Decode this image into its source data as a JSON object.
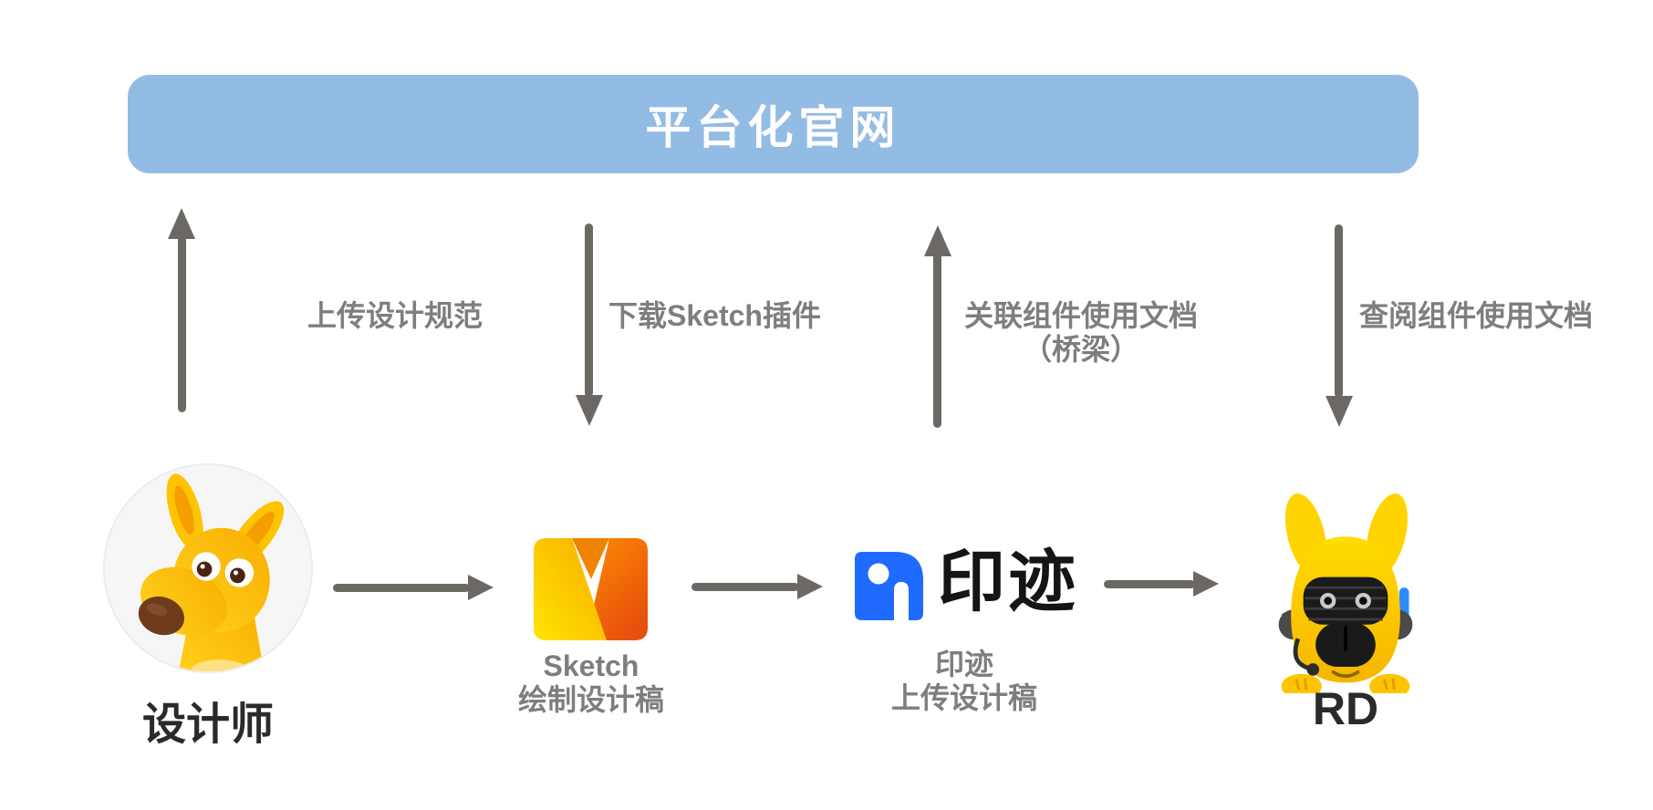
{
  "banner": {
    "title": "平台化官网"
  },
  "flows": [
    {
      "label": "上传设计规范",
      "direction": "up"
    },
    {
      "label": "下载Sketch插件",
      "direction": "down"
    },
    {
      "label": "关联组件使用文档",
      "label_line2": "（桥梁）",
      "direction": "up"
    },
    {
      "label": "查阅组件使用文档",
      "direction": "down"
    }
  ],
  "actors": [
    {
      "name": "设计师",
      "icon": "designer-kangaroo-avatar"
    },
    {
      "caption_line1": "Sketch",
      "caption_line2": "绘制设计稿",
      "icon": "sketch-plugin-m-logo"
    },
    {
      "logo_text": "印迹",
      "caption_line1": "印迹",
      "caption_line2": "上传设计稿",
      "icon": "yinji-logo"
    },
    {
      "name": "RD",
      "icon": "robot-kangaroo-mascot"
    }
  ],
  "colors": {
    "banner_bg": "#92BCE4",
    "banner_text": "#FFFFFF",
    "arrow": "#6C6965",
    "flow_label": "#7E7E7E",
    "dark_text": "#2A2A2A",
    "yinji_blue": "#1F6BFF",
    "kangaroo_yellow": "#FFC900"
  }
}
